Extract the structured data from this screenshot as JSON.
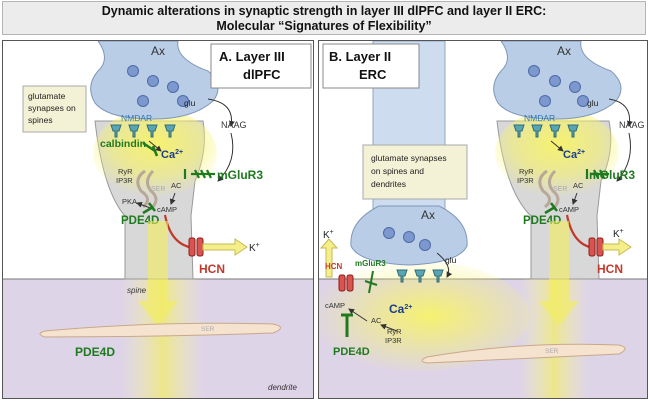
{
  "title": {
    "line1": "Dynamic alterations in synaptic strength in layer III dlPFC and layer II ERC:",
    "line2": "Molecular “Signatures of Flexibility”"
  },
  "panel_a": {
    "heading_line1": "A.  Layer III",
    "heading_line2": "dlPFC",
    "axon": "Ax",
    "glu": "glu",
    "naag": "NAAG",
    "callout_line1": "glutamate",
    "callout_line2": "synapses on",
    "callout_line3": "spines",
    "nmdar": "NMDAR",
    "calbindin": "calbindin",
    "ca": "Ca",
    "ca_sup": "2+",
    "ryr": "RyR",
    "ip3r": "IP3R",
    "ser": "SER",
    "pka": "PKA",
    "ac": "AC",
    "camp": "cAMP",
    "mglur3": "mGluR3",
    "pde4d": "PDE4D",
    "k": "K",
    "k_sup": "+",
    "hcn": "HCN",
    "spine": "spine",
    "pde4d_dendrite": "PDE4D",
    "ser_dendrite": "SER",
    "dendrite": "dendrite"
  },
  "panel_b": {
    "heading_line1": "B.  Layer II",
    "heading_line2": "ERC",
    "axon_top": "Ax",
    "glu_top": "glu",
    "naag": "NAAG",
    "nmdar": "NMDAR",
    "ca": "Ca",
    "ca_sup": "2+",
    "ryr": "RyR",
    "ip3r": "IP3R",
    "ser": "SER",
    "ac": "AC",
    "camp": "cAMP",
    "mglur3": "mGluR3",
    "pde4d": "PDE4D",
    "k": "K",
    "k_sup": "+",
    "hcn": "HCN",
    "callout_line1": "glutamate synapses",
    "callout_line2": "on spines and",
    "callout_line3": "dendrites",
    "axon_dend": "Ax",
    "glu_dend": "glu",
    "k_left": "K",
    "k_left_sup": "+",
    "hcn_left": "HCN",
    "mglur3_left": "mGluR3",
    "camp_left": "cAMP",
    "ac_left": "AC",
    "ca_left": "Ca",
    "ca_left_sup": "2+",
    "ryr_left": "RyR",
    "ip3r_left": "IP3R",
    "pde4d_left": "PDE4D",
    "ser_dendrite": "SER"
  },
  "colors": {
    "axon_fill": "#b9cde6",
    "vesicle_fill": "#7c98cf",
    "nmdar_text": "#2e75b6",
    "green_label": "#1f7a1f",
    "red_label": "#c0392b",
    "dendrite_fill": "#ddd4e8",
    "callout_fill": "#f3f1d6",
    "spine_fill": "#d8d8d8",
    "yellow_glow": "#f4ef5a"
  }
}
